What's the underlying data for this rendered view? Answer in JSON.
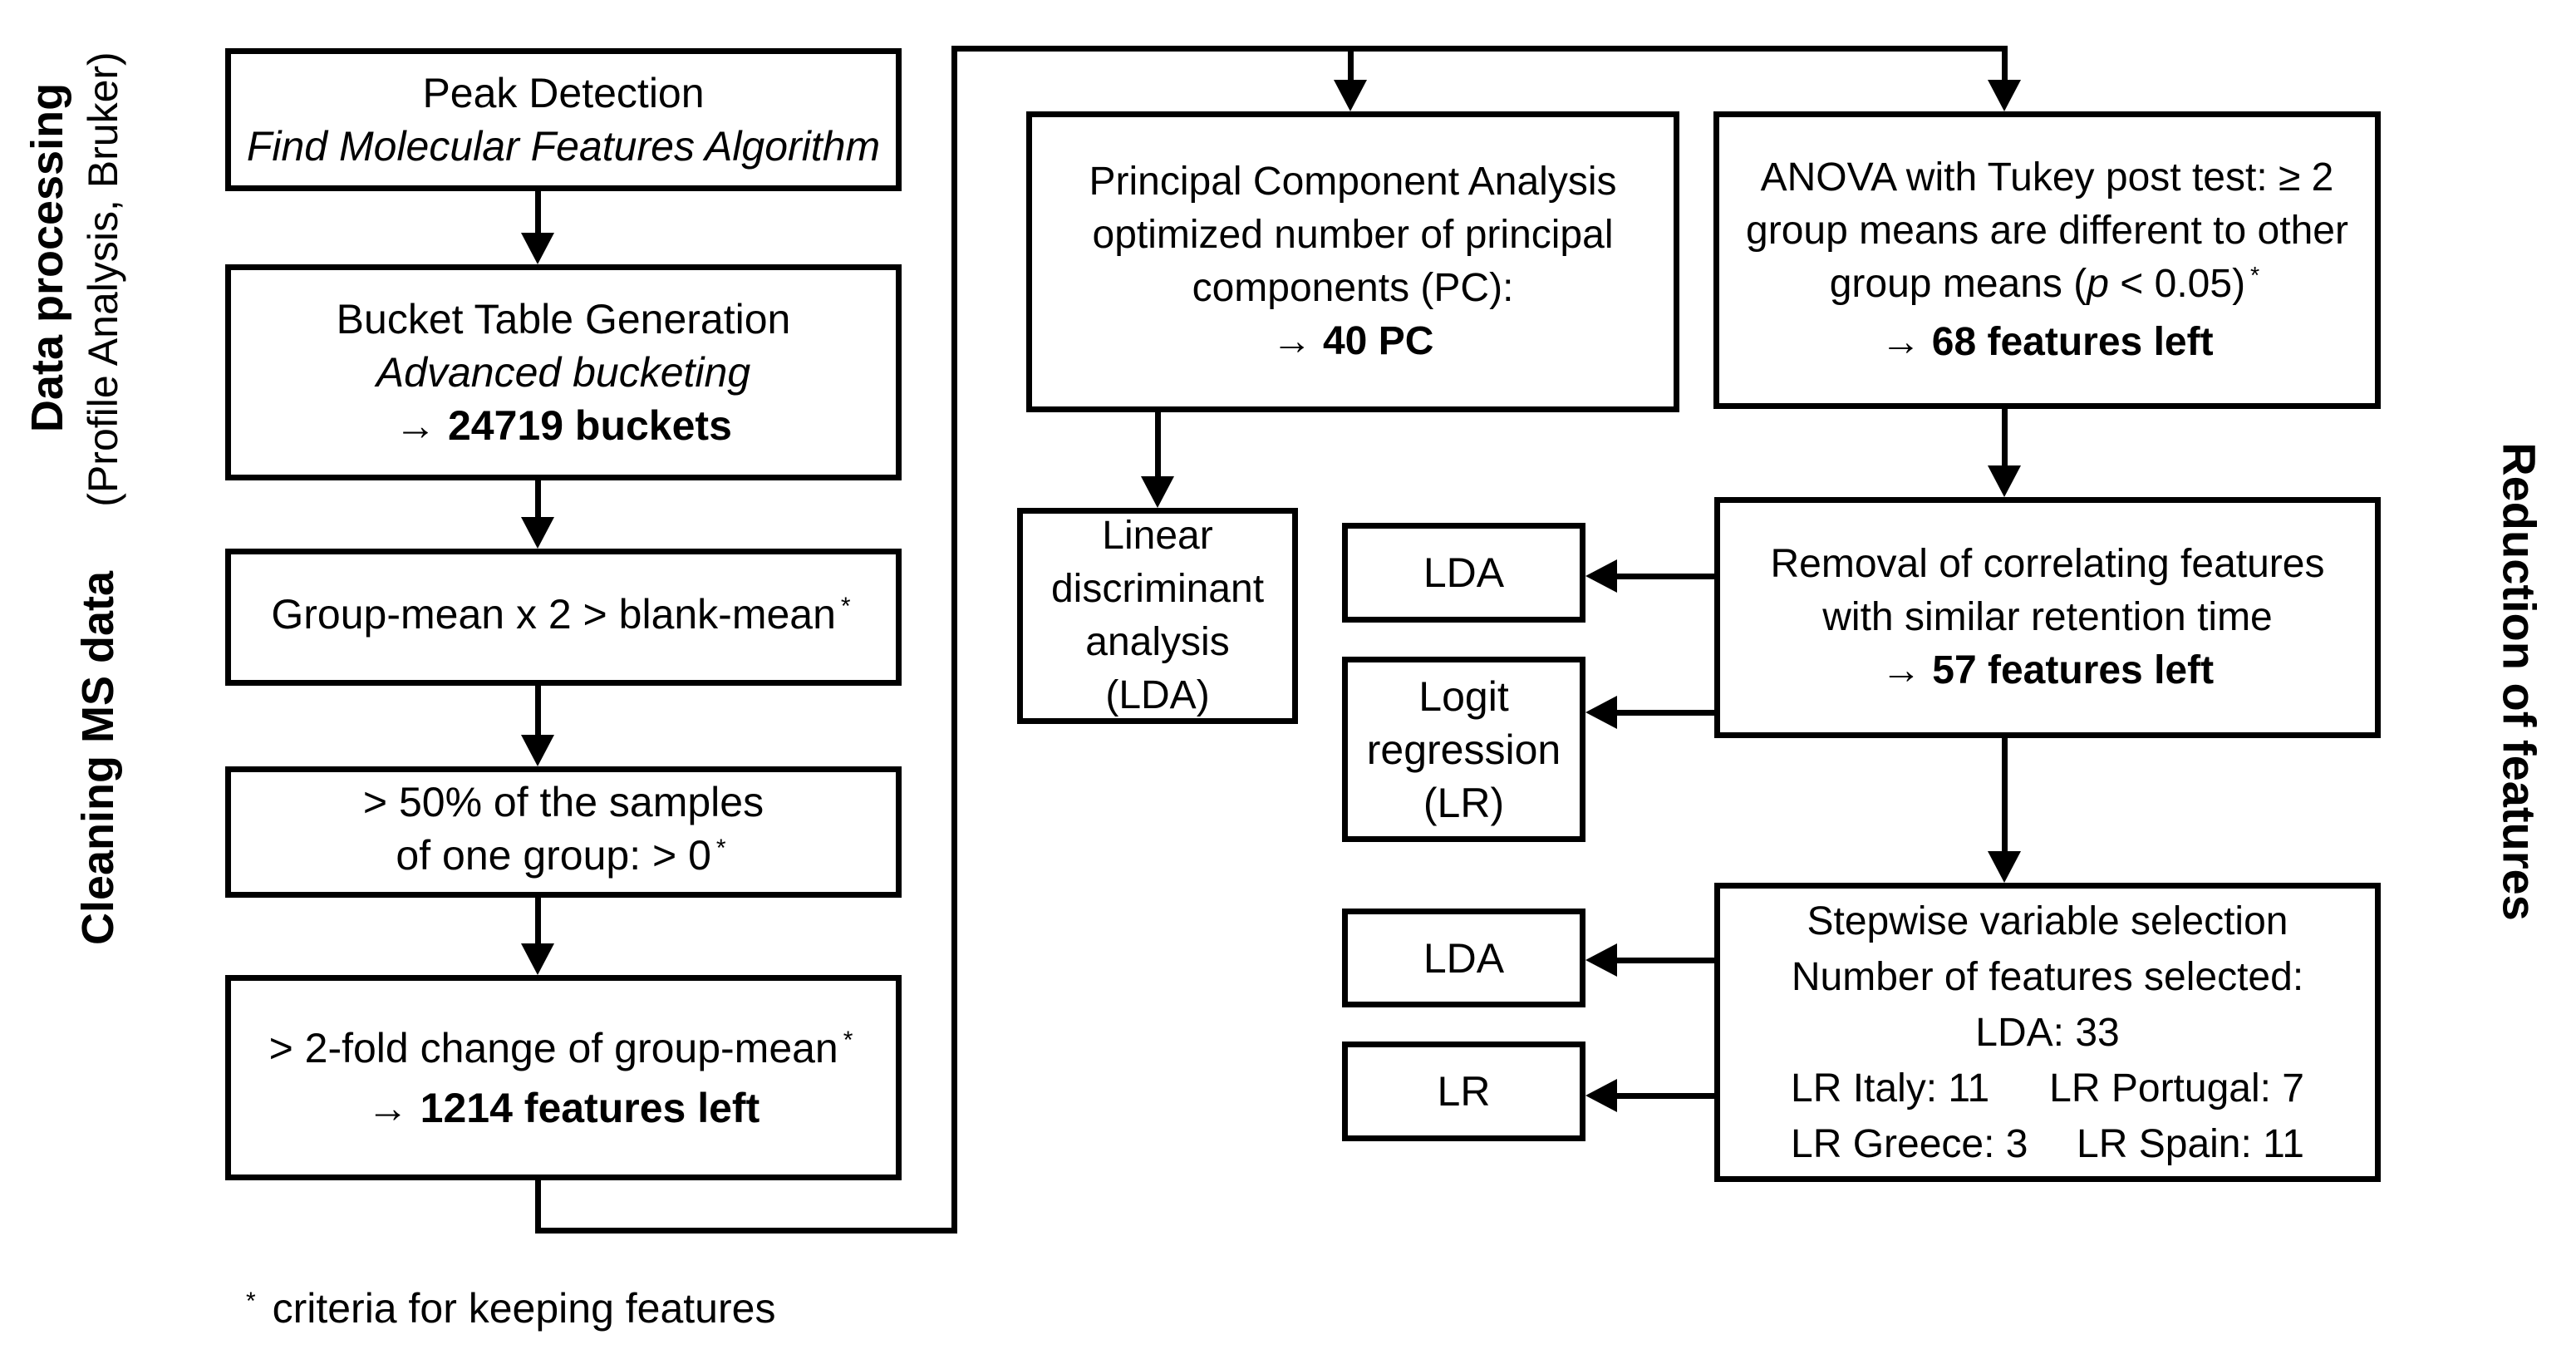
{
  "labels": {
    "left_top_bold": "Data processing",
    "left_top_sub": "(Profile Analysis, Bruker)",
    "left_bottom_bold": "Cleaning MS data",
    "right_bold": "Reduction of features"
  },
  "boxes": {
    "peak_detection": {
      "line1": "Peak Detection",
      "line2": "Find Molecular Features Algorithm"
    },
    "bucket_table": {
      "line1": "Bucket Table Generation",
      "line2": "Advanced bucketing",
      "line3": "→ 24719 buckets"
    },
    "blank_filter": {
      "line1": "Group-mean x 2 > blank-mean",
      "sup": "*"
    },
    "sample_filter": {
      "line1": "> 50% of the samples",
      "line2": "of one group: > 0",
      "sup": "*"
    },
    "fold_change": {
      "line1": "> 2-fold change of group-mean",
      "sup": "*",
      "line2": "→ 1214 features left"
    },
    "pca": {
      "line1": "Principal Component Analysis",
      "line2": "optimized number of principal",
      "line3": "components (PC):",
      "line4": "→ 40 PC"
    },
    "anova": {
      "line1": "ANOVA with Tukey post test: ≥ 2",
      "line2": "group means are different to other",
      "line3_pre": "group means (",
      "line3_italic": "p",
      "line3_post": " < 0.05)",
      "sup": "*",
      "line4": "→ 68 features left"
    },
    "lda_full": {
      "line1": "Linear",
      "line2": "discriminant",
      "line3": "analysis",
      "line4": "(LDA)"
    },
    "lda_small_top": {
      "label": "LDA"
    },
    "logit_regression": {
      "line1": "Logit",
      "line2": "regression",
      "line3": "(LR)"
    },
    "removal": {
      "line1": "Removal of correlating features",
      "line2": "with similar retention time",
      "line3": "→ 57 features left"
    },
    "lda_small_bottom": {
      "label": "LDA"
    },
    "lr_small": {
      "label": "LR"
    },
    "stepwise": {
      "line1": "Stepwise variable selection",
      "line2": "Number of features selected:",
      "line3": "LDA: 33",
      "line4a": "LR Italy: 11",
      "line4b": "LR Portugal: 7",
      "line5a": "LR Greece: 3",
      "line5b": "LR Spain: 11"
    }
  },
  "footnote": {
    "sup": "*",
    "text": " criteria for keeping features"
  }
}
